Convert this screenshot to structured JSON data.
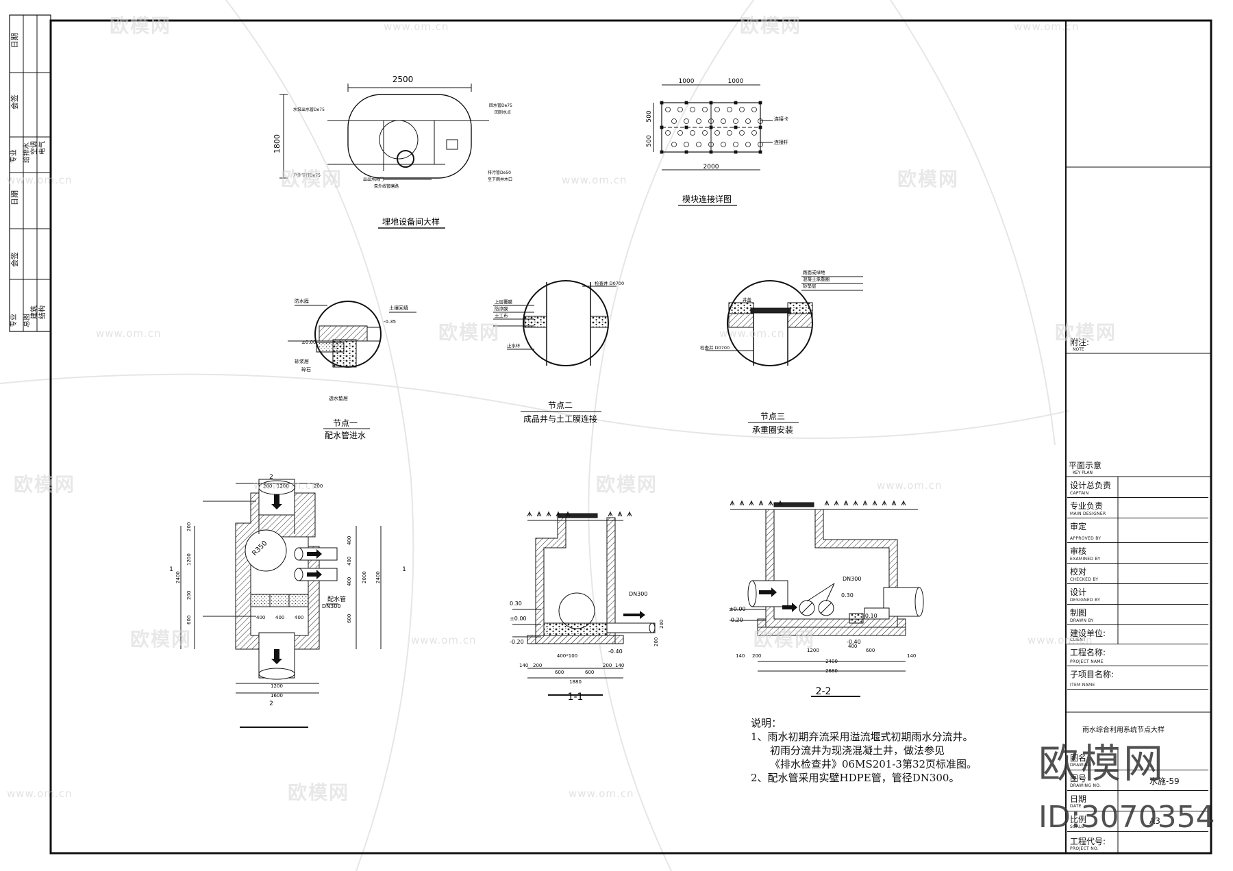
{
  "left_strip": {
    "top": [
      "日期",
      "会签",
      "专业",
      "给排水",
      "空调",
      "电气"
    ],
    "bottom": [
      "日期",
      "会签",
      "专业",
      "总图",
      "建筑",
      "结构"
    ]
  },
  "detail_equipment": {
    "title": "埋地设备间大样",
    "dim_w": "2500",
    "dim_h": "1800",
    "labels": [
      "水泵出水管De75",
      "户外节行De75",
      "出出水阀门",
      "泵外线管磨路",
      "回水管De75",
      "回到水点",
      "排污管De50",
      "至下雨井木口"
    ]
  },
  "detail_module": {
    "title": "模块连接详图",
    "dim_a": "1000",
    "dim_b": "1000",
    "dim_total": "2000",
    "dim_h1": "500",
    "dim_h2": "500",
    "labels": [
      "连接卡",
      "连接杆"
    ]
  },
  "node1": {
    "title_top": "节点一",
    "title_bottom": "配水管进水",
    "labels": [
      "±0.00",
      "-0.35",
      "土壤回填",
      "防水膜",
      "砂浆层",
      "碎石",
      "透水垫层"
    ]
  },
  "node2": {
    "title_top": "节点二",
    "title_bottom": "成品井与土工膜连接",
    "labels": [
      "检查井 D0700",
      "上层覆膜",
      "防渗膜",
      "土工布",
      "止水环"
    ]
  },
  "node3": {
    "title_top": "节点三",
    "title_bottom": "承重圈安装",
    "labels": [
      "路面或绿地",
      "混凝土承重圈",
      "砂垫层",
      "井盖",
      "检查井 D0700"
    ]
  },
  "plan": {
    "title": "",
    "section_mark": "2",
    "side_mark": "1",
    "r_label": "R350",
    "pipe_label": "配水管",
    "pipe_dn": "DN300",
    "dims_top": [
      "200",
      "1200",
      "200"
    ],
    "dims_bottom": [
      "1200",
      "1600"
    ],
    "dims_row": [
      "400",
      "400",
      "400"
    ],
    "dims_left": [
      "200",
      "1200",
      "200",
      "600",
      "2400"
    ],
    "dims_right": [
      "400",
      "400",
      "400",
      "600",
      "2000",
      "2400"
    ]
  },
  "section11": {
    "title": "1-1",
    "dn": "DN300",
    "elev": [
      "0.30",
      "±0.00",
      "-0.20",
      "-0.40"
    ],
    "bottom_dim": "400*100",
    "dims": [
      "140",
      "200",
      "600",
      "600",
      "200",
      "140",
      "1880"
    ],
    "side": [
      "200",
      "200"
    ]
  },
  "section22": {
    "title": "2-2",
    "dn": "DN300",
    "elev": [
      "±0.00",
      "-0.20",
      "0.30",
      "-0.10",
      "-0.40"
    ],
    "dims": [
      "140",
      "200",
      "1200",
      "400",
      "600",
      "140",
      "2400",
      "2680"
    ]
  },
  "notes": {
    "heading": "说明：",
    "lines": [
      "1、雨水初期弃流采用溢流堰式初期雨水分流井。",
      "   初雨分流井为现浇混凝土井，做法参见",
      "   《排水检查井》06MS201-3第32页标准图。",
      "2、配水管采用实壁HDPE管，管径DN300。"
    ]
  },
  "title_block": {
    "note_cn": "附注:",
    "note_en": "NOTE",
    "keyplan_cn": "平面示意",
    "keyplan_en": "KEY PLAN",
    "rows": [
      {
        "cn": "设计总负责",
        "en": "CAPTAIN"
      },
      {
        "cn": "专业负责",
        "en": "MAIN DESIGNER"
      },
      {
        "cn": "审定",
        "en": "APPROVED BY"
      },
      {
        "cn": "审核",
        "en": "EXAMINED BY"
      },
      {
        "cn": "校对",
        "en": "CHECKED BY"
      },
      {
        "cn": "设计",
        "en": "DESIGNED BY"
      },
      {
        "cn": "制图",
        "en": "DRAWN BY"
      },
      {
        "cn": "建设单位:",
        "en": "CLIENT"
      },
      {
        "cn": "工程名称:",
        "en": "PROJECT NAME"
      },
      {
        "cn": "子项目名称:",
        "en": "ITEM NAME"
      }
    ],
    "drawing_title": "雨水综合利用系统节点大样",
    "bottom_rows": [
      {
        "cn": "图名",
        "en": "DRAWING"
      },
      {
        "cn": "图号",
        "en": "DRAWING NO.",
        "value": "水施-59"
      },
      {
        "cn": "日期",
        "en": "DATE"
      },
      {
        "cn": "比例",
        "en": "SCALE",
        "value": "A3"
      },
      {
        "cn": "工程代号:",
        "en": "PROJECT NO."
      }
    ]
  },
  "watermark": {
    "brand": "欧模网",
    "id": "ID:3070354",
    "url": "www.om.cn"
  }
}
